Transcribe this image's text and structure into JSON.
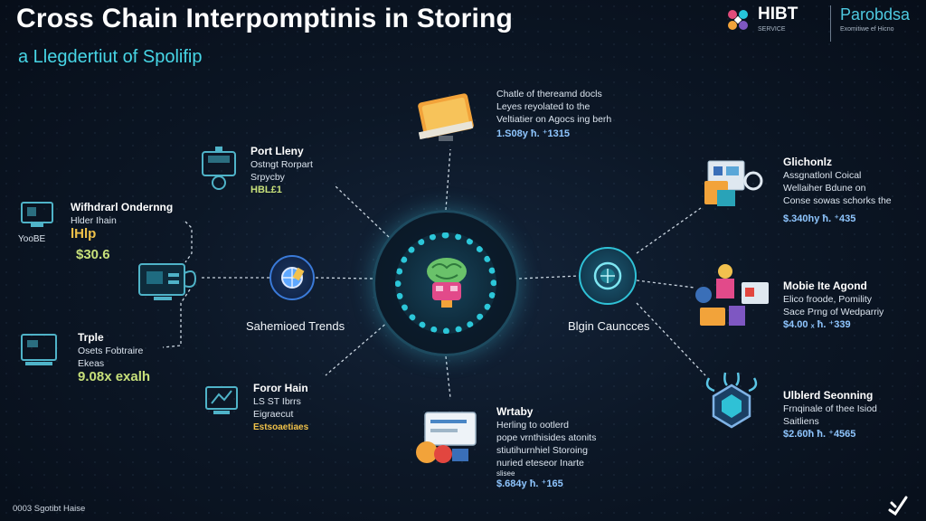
{
  "header": {
    "title": "Cross Chain Interpomptinis in Storing",
    "subtitle": "a Llegdertiut of Spolifip"
  },
  "brands": [
    {
      "name": "HIBT",
      "tagline": "SERVICE"
    },
    {
      "name": "Parobdsa",
      "tagline": "Exomitiwe ef Hicno"
    }
  ],
  "center": {
    "left_label": "Sahemioed Trends",
    "right_label": "Blgin Cauncces"
  },
  "cards": {
    "top": {
      "title": "",
      "lines": [
        "Chatle of thereamd docls",
        "Leyes reyolated to the",
        "Veltiatier on Agocs ing berh"
      ],
      "value": "1.S08y ħ. ⁺1315"
    },
    "port": {
      "title": "Port Lleny",
      "lines": [
        "Ostngt Rorpart",
        "Srpycby"
      ],
      "value": "HBL£1"
    },
    "withdraw": {
      "title": "Wifhdrarl Ondernng",
      "lines": [
        "Hlder Ihain"
      ],
      "value": "lHlp",
      "value2": "$30.6",
      "icon_label": "YooBE"
    },
    "triple": {
      "title": "Trple",
      "lines": [
        "Osets Fobtraire",
        "Ekeas"
      ],
      "value": "9.08x exalh"
    },
    "foror": {
      "title": "Foror Hain",
      "lines": [
        "LS ST Ibrrs",
        "Eigraecut"
      ],
      "value": "Estsoaetiaes"
    },
    "wrtaby": {
      "title": "Wrtaby",
      "lines": [
        "Herling to ootlerd",
        "pope vrnthisides atonits",
        "stiutihurnhiel Storoing",
        "nuried eteseor Inarte"
      ],
      "extra": "slisee",
      "value": "$.684y ħ. ⁺165"
    },
    "glichon": {
      "title": "Glichonlz",
      "lines": [
        "Assgnatlonl Coical",
        "Wellaiher Bdune on",
        "Conse sowas schorks the"
      ],
      "value": "$.340hy ħ. ⁺435"
    },
    "mobile": {
      "title": "Mobie Ite Agond",
      "lines": [
        "Elico froode, Pomility",
        "Sace Prng of Wedparriy"
      ],
      "value": "$4.00 ₓ ħ. ⁺339"
    },
    "lblderd": {
      "title": "Ulblerd Seonning",
      "lines": [
        "Frnqinale of thee Isiod",
        "Saitliens"
      ],
      "value": "$2.60ħ ħ. ⁺4565"
    }
  },
  "footer": {
    "text": "0003 Sgotibt Haise"
  },
  "colors": {
    "accent_cyan": "#2cc7d9",
    "background": "#0c1726",
    "value_blue": "#8fc6ff",
    "value_green": "#c7e07a",
    "value_yellow": "#f0c24a"
  },
  "icons": [
    "book-icon",
    "calculator-icon",
    "computer-icon",
    "globe-icon",
    "monitor-icon",
    "folder-icon",
    "shopping-icon",
    "dashboard-icon",
    "chip-icon",
    "brain-icon",
    "hexagon-network-icon",
    "arrow-logo-icon"
  ]
}
